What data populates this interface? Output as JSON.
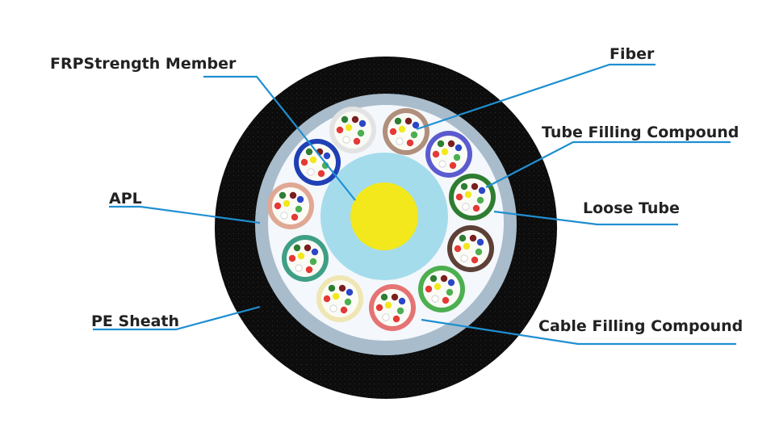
{
  "labels": {
    "frp": "FRPStrength Member",
    "fiber": "Fiber",
    "tube_filling": "Tube Filling Compound",
    "apl": "APL",
    "loose_tube": "Loose Tube",
    "pe_sheath": "PE Sheath",
    "cable_filling": "Cable Filling Compound"
  },
  "colors": {
    "sheath": "#0c0c0c",
    "apl": "#a9bccb",
    "cable_filling": "#f4f7fb",
    "inner_core": "#a4dcec",
    "frp": "#f2e81c",
    "leader": "#1f8fd1"
  },
  "tubes": [
    {
      "ring": "#e3e3e3"
    },
    {
      "ring": "#b08f7c"
    },
    {
      "ring": "#5b5bd0"
    },
    {
      "ring": "#2e7d32"
    },
    {
      "ring": "#5d4037"
    },
    {
      "ring": "#4caf50"
    },
    {
      "ring": "#e57373"
    },
    {
      "ring": "#efe6b4"
    },
    {
      "ring": "#3f9f86"
    },
    {
      "ring": "#e0a894"
    },
    {
      "ring": "#1f3fb5"
    }
  ],
  "fiber_colors": [
    "#2e7d32",
    "#7a1f1f",
    "#2b47c8",
    "#e53935",
    "#f2e81c",
    "#4caf50",
    "#ffffff",
    "#e53935"
  ]
}
